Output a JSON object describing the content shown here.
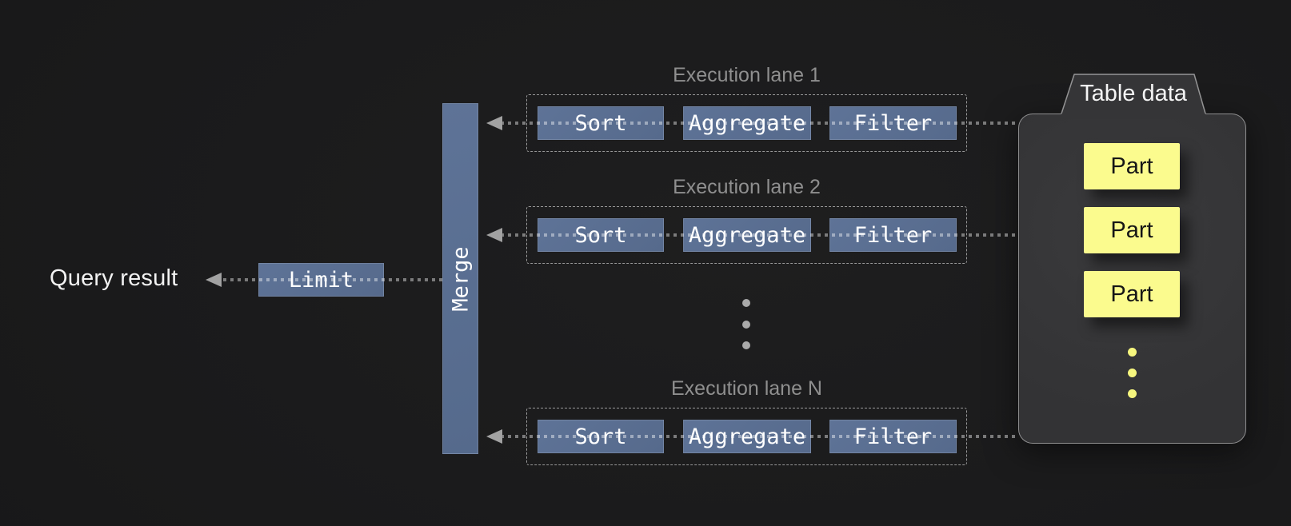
{
  "diagram": {
    "query_result_label": "Query result",
    "limit_label": "Limit",
    "merge_label": "Merge",
    "lanes": [
      {
        "label": "Execution lane 1",
        "operators": [
          "Sort",
          "Aggregate",
          "Filter"
        ]
      },
      {
        "label": "Execution lane 2",
        "operators": [
          "Sort",
          "Aggregate",
          "Filter"
        ]
      },
      {
        "label": "Execution lane N",
        "operators": [
          "Sort",
          "Aggregate",
          "Filter"
        ]
      }
    ],
    "lanes_ellipsis": "more execution lanes",
    "table_data": {
      "title": "Table data",
      "parts": [
        "Part",
        "Part",
        "Part"
      ],
      "parts_ellipsis": "more parts"
    },
    "colors": {
      "background": "#1b1b1c",
      "operator_blue": "#5a7094",
      "part_yellow": "#fbfb8e",
      "container_gray": "#353537",
      "label_gray": "#8f8f8f",
      "arrow_gray": "#a2a2a2",
      "text_white": "#f2f2f2"
    }
  }
}
